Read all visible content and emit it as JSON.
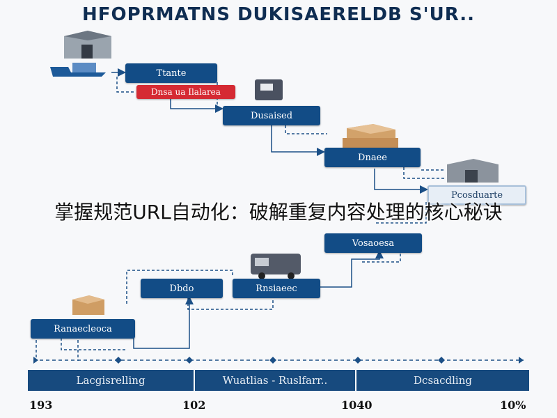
{
  "title": "HFOPRMATNS DUKISAERELDB S'UR..",
  "overlay_caption": "掌握规范URL自动化：破解重复内容处理的核心秘诀",
  "steps": [
    {
      "label": "Ttante"
    },
    {
      "label": "Dnsa ua Ilalarea"
    },
    {
      "label": "Dusaised"
    },
    {
      "label": "Dnaee"
    },
    {
      "label": "Pcosduarte"
    },
    {
      "label": "Vosaoesa"
    },
    {
      "label": "Dbdo"
    },
    {
      "label": "Rnsiaeec"
    },
    {
      "label": "Ranaecleoca"
    }
  ],
  "timeline": {
    "segments": [
      "Lacgisrelling",
      "Wuatlias - Ruslfarr..",
      "Dcsacdling"
    ],
    "ticks": [
      "193",
      "102",
      "1040",
      "10%"
    ]
  },
  "colors": {
    "primary": "#124c86",
    "accent": "#d52a33"
  }
}
